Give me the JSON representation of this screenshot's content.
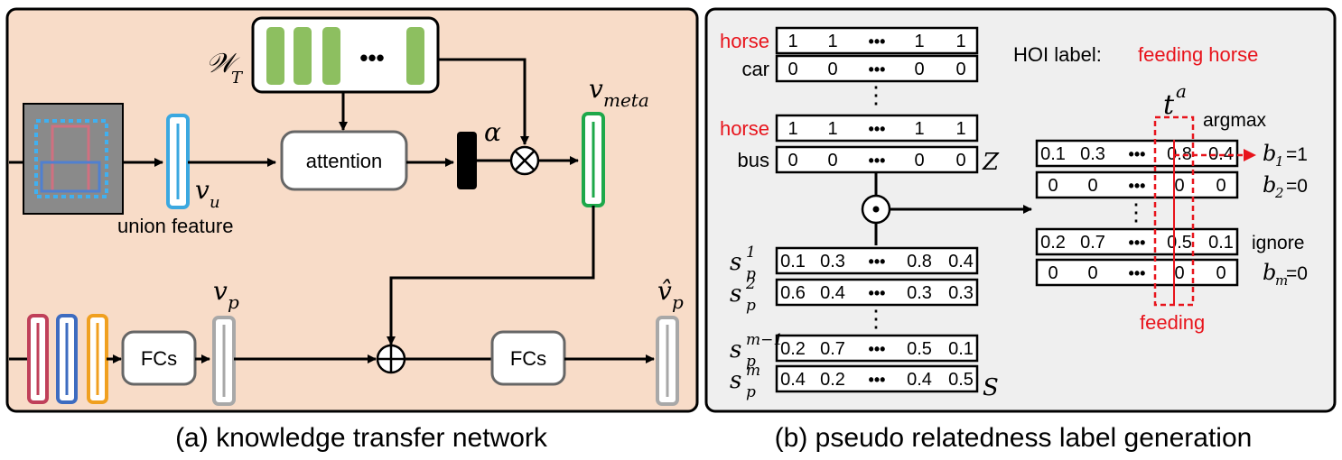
{
  "colors": {
    "panel_a_bg": "#f8dcc8",
    "panel_b_bg": "#efefef",
    "black": "#000000",
    "red": "#e8141c",
    "green_bar": "#8dbf60",
    "blue_feature": "#3ba8e0",
    "green_feature": "#1ea84a",
    "gray_feature": "#a8a8a8",
    "crimson_feature": "#c0405a",
    "royal_feature": "#3e6cc0",
    "orange_feature": "#f0a020",
    "image_bg": "#8a8a8a",
    "box_pink": "#d07080",
    "box_blue": "#5080d0",
    "box_dotted": "#40b0f0"
  },
  "panel_a": {
    "caption": "(a) knowledge transfer network",
    "w_t": "𝒲",
    "w_t_sub": "T",
    "ellipsis": "•••",
    "attention_label": "attention",
    "alpha": "α",
    "v_u": "v",
    "v_u_sub": "u",
    "union_feature": "union feature",
    "v_meta": "v",
    "v_meta_sub": "meta",
    "v_p": "v",
    "v_p_sub": "p",
    "v_p_hat": "v̂",
    "v_p_hat_sub": "p",
    "fcs_1": "FCs",
    "fcs_2": "FCs"
  },
  "panel_b": {
    "caption": "(b) pseudo relatedness label generation",
    "hoi_label_prefix": "HOI label: ",
    "hoi_label_value": "feeding horse",
    "z_rows": [
      {
        "label": "horse",
        "highlight": true,
        "values": [
          "1",
          "1",
          "•••",
          "1",
          "1"
        ]
      },
      {
        "label": "car",
        "highlight": false,
        "values": [
          "0",
          "0",
          "•••",
          "0",
          "0"
        ]
      },
      {
        "label": "horse",
        "highlight": true,
        "values": [
          "1",
          "1",
          "•••",
          "1",
          "1"
        ]
      },
      {
        "label": "bus",
        "highlight": false,
        "values": [
          "0",
          "0",
          "•••",
          "0",
          "0"
        ]
      }
    ],
    "z_label": "Z",
    "vdots": "⋮",
    "odot": "⊙",
    "s_rows": [
      {
        "label": "s",
        "sup": "1",
        "sub": "p",
        "values": [
          "0.1",
          "0.3",
          "•••",
          "0.8",
          "0.4"
        ]
      },
      {
        "label": "s",
        "sup": "2",
        "sub": "p",
        "values": [
          "0.6",
          "0.4",
          "•••",
          "0.3",
          "0.3"
        ]
      },
      {
        "label": "s",
        "sup": "m−1",
        "sub": "p",
        "values": [
          "0.2",
          "0.7",
          "•••",
          "0.5",
          "0.1"
        ]
      },
      {
        "label": "s",
        "sup": "m",
        "sub": "p",
        "values": [
          "0.4",
          "0.2",
          "•••",
          "0.4",
          "0.5"
        ]
      }
    ],
    "s_label": "S",
    "t_a": "t",
    "t_a_sup": "a",
    "argmax": "argmax",
    "ignore": "ignore",
    "feeding": "feeding",
    "out_rows": [
      {
        "values": [
          "0.1",
          "0.3",
          "•••",
          "0.8",
          "0.4"
        ],
        "b_label": "b",
        "b_sub": "1",
        "b_value": "=1"
      },
      {
        "values": [
          "0",
          "0",
          "•••",
          "0",
          "0"
        ],
        "b_label": "b",
        "b_sub": "2",
        "b_value": "=0"
      },
      {
        "values": [
          "0.2",
          "0.7",
          "•••",
          "0.5",
          "0.1"
        ],
        "b_label": "",
        "b_sub": "",
        "b_value": ""
      },
      {
        "values": [
          "0",
          "0",
          "•••",
          "0",
          "0"
        ],
        "b_label": "b",
        "b_sub": "m",
        "b_value": "=0"
      }
    ]
  }
}
